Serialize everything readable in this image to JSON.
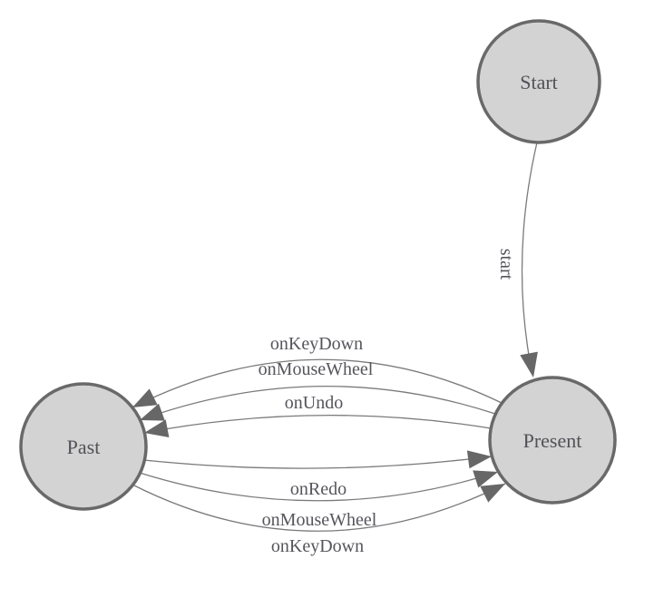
{
  "diagram": {
    "type": "state-machine",
    "background": "#ffffff"
  },
  "palette": {
    "node_fill": "#d3d3d3",
    "node_stroke": "#696969",
    "edge_stroke": "#7a7a7a",
    "arrow_fill": "#676767",
    "label_color": "#55555c"
  },
  "nodes": [
    {
      "id": "start",
      "label": "Start"
    },
    {
      "id": "present",
      "label": "Present"
    },
    {
      "id": "past",
      "label": "Past"
    }
  ],
  "edges": [
    {
      "from": "Start",
      "to": "Present",
      "label": "start"
    },
    {
      "from": "Present",
      "to": "Past",
      "label": "onKeyDown"
    },
    {
      "from": "Present",
      "to": "Past",
      "label": "onMouseWheel"
    },
    {
      "from": "Present",
      "to": "Past",
      "label": "onUndo"
    },
    {
      "from": "Past",
      "to": "Present",
      "label": "onRedo"
    },
    {
      "from": "Past",
      "to": "Present",
      "label": "onMouseWheel"
    },
    {
      "from": "Past",
      "to": "Present",
      "label": "onKeyDown"
    }
  ]
}
